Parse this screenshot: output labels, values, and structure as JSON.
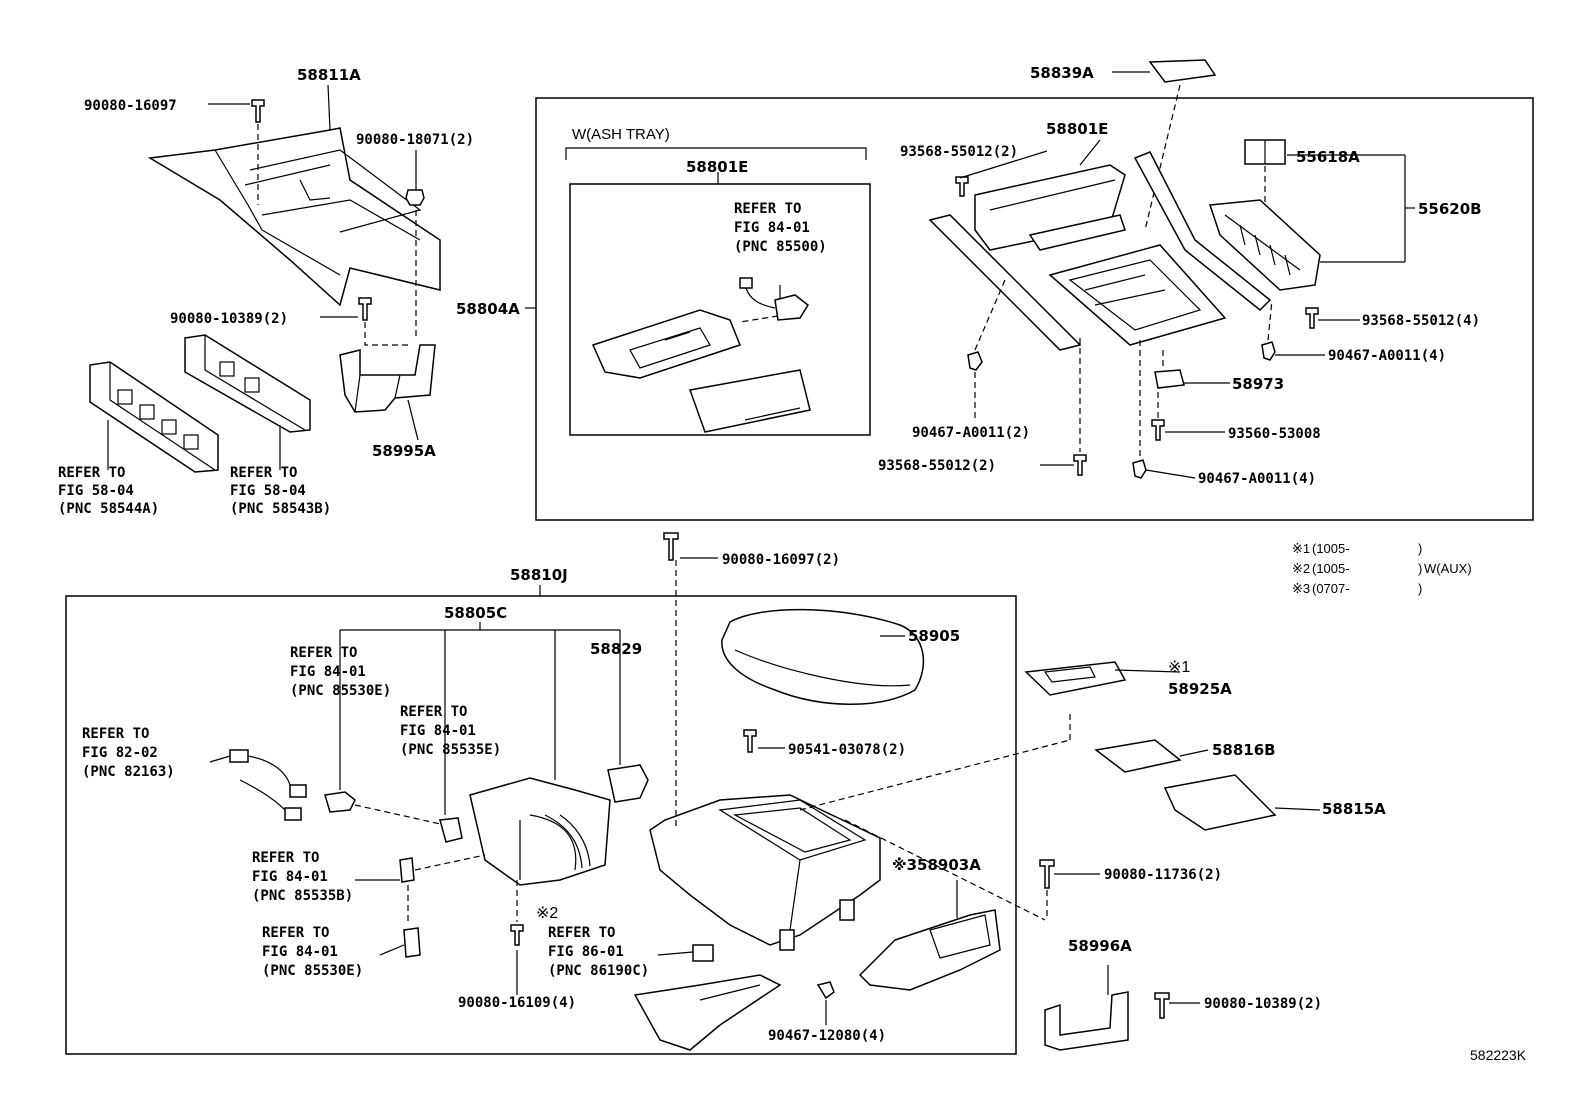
{
  "diagram_code": "582223K",
  "notes": [
    {
      "mark": "※1",
      "range": "(1005-",
      "close": ")",
      "extra": ""
    },
    {
      "mark": "※2",
      "range": "(1005-",
      "close": ")",
      "extra": "W(AUX)"
    },
    {
      "mark": "※3",
      "range": "(0707-",
      "close": ")",
      "extra": ""
    }
  ],
  "callouts": {
    "p58811A": "58811A",
    "p90080_16097": "90080-16097",
    "p90080_18071": "90080-18071(2)",
    "p90080_10389a": "90080-10389(2)",
    "p58995A": "58995A",
    "ref58544a": "REFER TO",
    "ref58544b": "FIG 58-04",
    "ref58544c": "(PNC 58544A)",
    "ref58543a": "REFER TO",
    "ref58543b": "FIG 58-04",
    "ref58543c": "(PNC 58543B)",
    "p58839A": "58839A",
    "p58804A": "58804A",
    "wash": "W(ASH TRAY)",
    "p58801E_a": "58801E",
    "ref85500a": "REFER TO",
    "ref85500b": "FIG 84-01",
    "ref85500c": "(PNC 85500)",
    "p93568_55012a": "93568-55012(2)",
    "p58801E_b": "58801E",
    "p55618A": "55618A",
    "p55620B": "55620B",
    "p93568_55012b": "93568-55012(4)",
    "p90467_A0011a": "90467-A0011(4)",
    "p58973": "58973",
    "p93560_53008": "93560-53008",
    "p90467_A0011b": "90467-A0011(2)",
    "p93568_55012c": "93568-55012(2)",
    "p90467_A0011c": "90467-A0011(4)",
    "p90080_16097b": "90080-16097(2)",
    "p58810J": "58810J",
    "p58805C": "58805C",
    "p58829": "58829",
    "ref85530Ea": "REFER TO",
    "ref85530Eb": "FIG 84-01",
    "ref85530Ec": "(PNC 85530E)",
    "ref85535Ea": "REFER TO",
    "ref85535Eb": "FIG 84-01",
    "ref85535Ec": "(PNC 85535E)",
    "ref82163a": "REFER TO",
    "ref82163b": "FIG 82-02",
    "ref82163c": "(PNC 82163)",
    "ref85535Ba": "REFER TO",
    "ref85535Bb": "FIG 84-01",
    "ref85535Bc": "(PNC 85535B)",
    "ref85530E2a": "REFER TO",
    "ref85530E2b": "FIG 84-01",
    "ref85530E2c": "(PNC 85530E)",
    "mark2": "※2",
    "ref86190Ca": "REFER TO",
    "ref86190Cb": "FIG 86-01",
    "ref86190Cc": "(PNC 86190C)",
    "p90080_16109": "90080-16109(4)",
    "p58905": "58905",
    "p90541_03078": "90541-03078(2)",
    "p58903A": "※358903A",
    "p90467_12080": "90467-12080(4)",
    "mark1": "※1",
    "p58925A": "58925A",
    "p58816B": "58816B",
    "p58815A": "58815A",
    "p90080_11736": "90080-11736(2)",
    "p58996A": "58996A",
    "p90080_10389b": "90080-10389(2)"
  }
}
